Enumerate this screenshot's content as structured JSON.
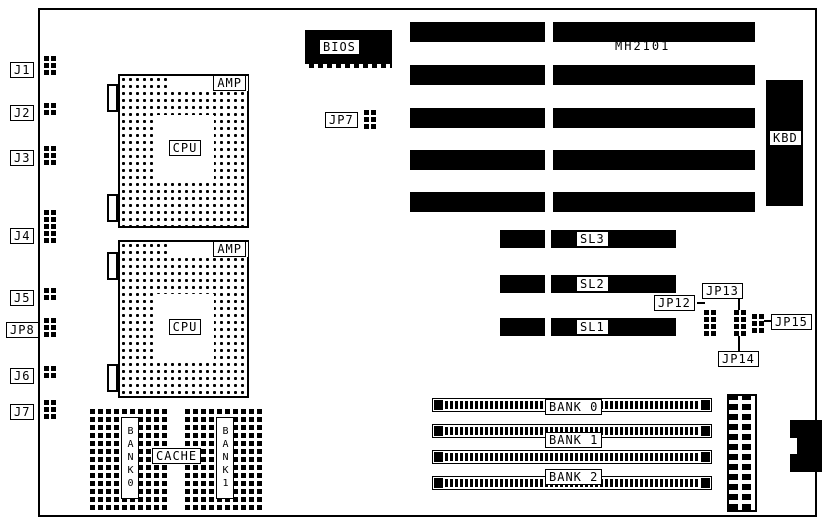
{
  "board": {
    "model": "MH2101"
  },
  "labels": {
    "bios": "BIOS",
    "kbd": "KBD",
    "cpu": "CPU",
    "amp": "AMP",
    "cache": "CACHE",
    "cache_bank0": "BANK0",
    "cache_bank1": "BANK1",
    "sl1": "SL1",
    "sl2": "SL2",
    "sl3": "SL3",
    "bank0": "BANK 0",
    "bank1": "BANK 1",
    "bank2": "BANK 2",
    "j1": "J1",
    "j2": "J2",
    "j3": "J3",
    "j4": "J4",
    "j5": "J5",
    "j6": "J6",
    "j7": "J7",
    "jp7": "JP7",
    "jp8": "JP8",
    "jp12": "JP12",
    "jp13": "JP13",
    "jp14": "JP14",
    "jp15": "JP15"
  },
  "colors": {
    "line": "#000000",
    "background": "#ffffff"
  }
}
